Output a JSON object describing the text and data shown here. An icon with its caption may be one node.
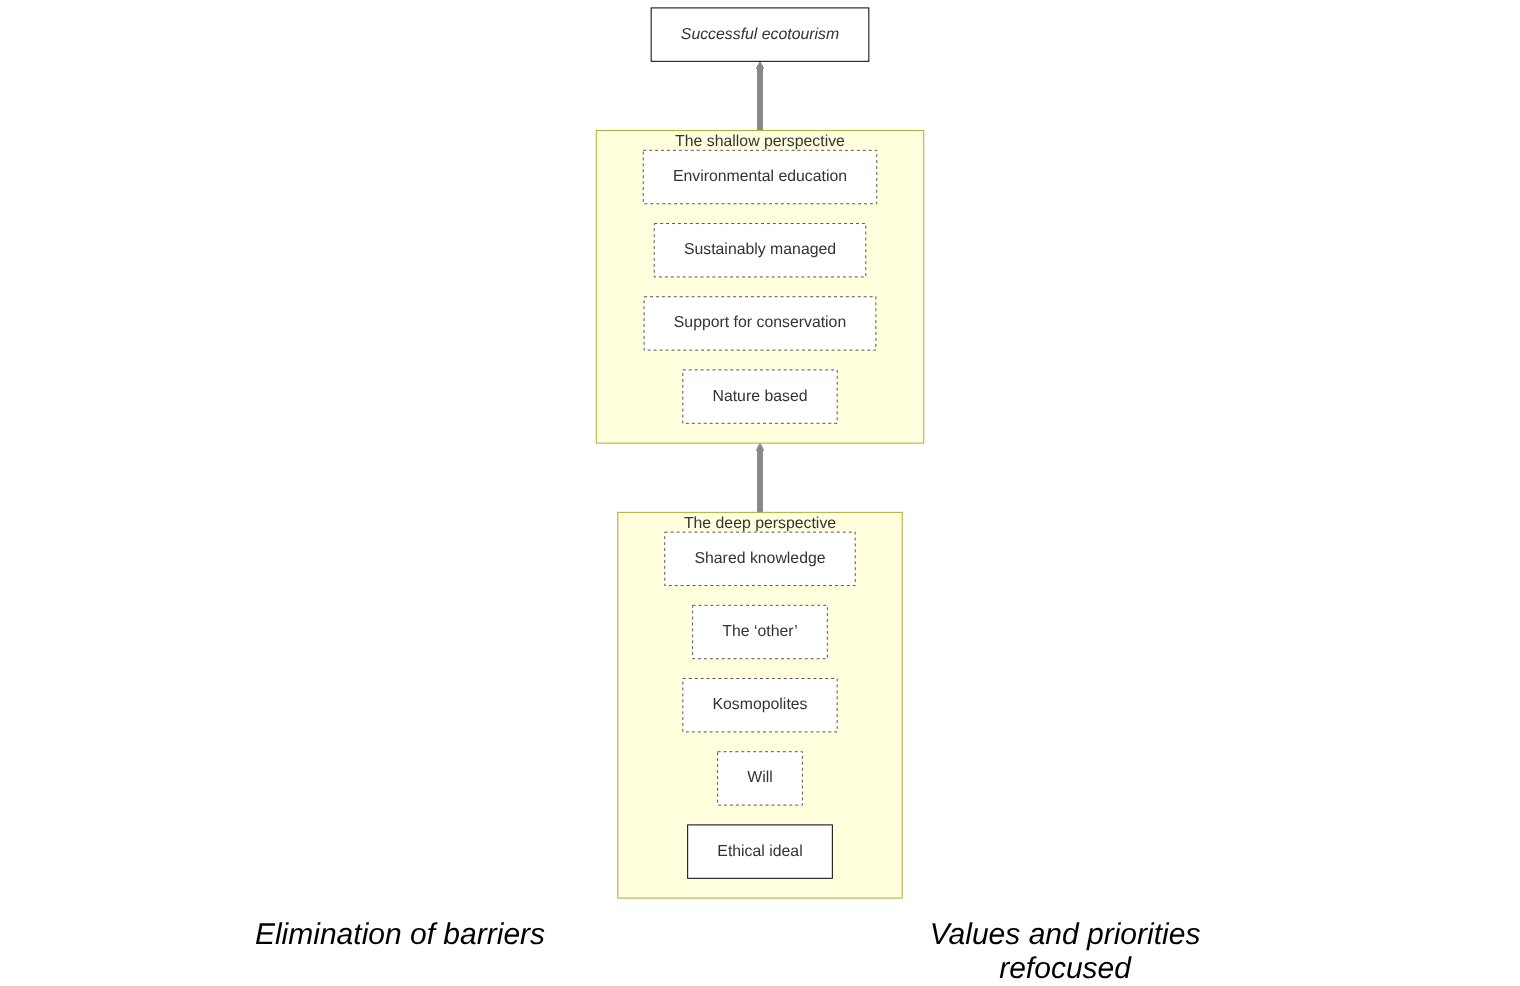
{
  "diagram": {
    "nodes": [
      {
        "text": [
          "Successful ecotourism"
        ]
      },
      {
        "text": [
          "The shallow perspective"
        ]
      },
      {
        "text": [
          "Environmental education"
        ],
        "in": 1
      },
      {
        "text": [
          "Sustainably managed"
        ],
        "in": 1
      },
      {
        "text": [
          "Support for conservation"
        ],
        "in": 1
      },
      {
        "text": [
          "Nature based"
        ],
        "in": 1
      },
      {
        "text": [
          "The deep perspective"
        ]
      },
      {
        "text": [
          "Shared knowledge"
        ],
        "in": 6
      },
      {
        "text": [
          "The ‘other’"
        ],
        "in": 6
      },
      {
        "text": [
          "Kosmopolites"
        ],
        "in": 6
      },
      {
        "text": [
          "Will"
        ],
        "in": 6
      },
      {
        "text": [
          "Ethical ideal"
        ],
        "in": 6
      }
    ],
    "edges": [
      {
        "from": 1,
        "to": 0,
        "arrow": "to"
      },
      {
        "from": 6,
        "to": 1,
        "arrow": "to"
      }
    ],
    "labels": [
      "Elimination of barriers",
      "Values and priorities refocused"
    ]
  }
}
